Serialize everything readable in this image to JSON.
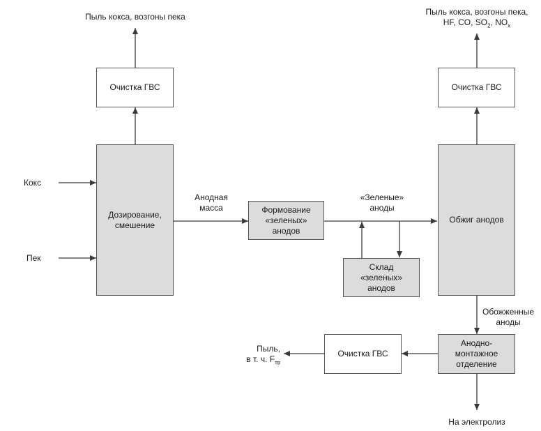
{
  "boxes": {
    "cleaning_1": "Очистка ГВС",
    "dosing_line1": "Дозирование,",
    "dosing_line2": "смешение",
    "forming_line1": "Формование",
    "forming_line2": "«зеленых»",
    "forming_line3": "анодов",
    "storage_line1": "Склад",
    "storage_line2": "«зеленых»",
    "storage_line3": "анодов",
    "baking": "Обжиг анодов",
    "cleaning_2": "Очистка ГВС",
    "assembly_line1": "Анодно-",
    "assembly_line2": "монтажное",
    "assembly_line3": "отделение",
    "cleaning_3": "Очистка ГВС"
  },
  "labels": {
    "emission_1": "Пыль кокса, возгоны пека",
    "emission_2_line1": "Пыль кокса, возгоны пека,",
    "emission_2_line2_a": "HF, CO, SO",
    "emission_2_line2_sub1": "2",
    "emission_2_line2_b": ", NO",
    "emission_2_line2_sub2": "x",
    "coke": "Кокс",
    "pitch": "Пек",
    "anode_mass_line1": "Анодная",
    "anode_mass_line2": "масса",
    "green_anodes_line1": "«Зеленые»",
    "green_anodes_line2": "аноды",
    "baked_anodes_line1": "Обожженные",
    "baked_anodes_line2": "аноды",
    "dust_line1": "Пыль,",
    "dust_line2_a": "в т. ч. F",
    "dust_line2_sub": "тв",
    "to_electrolysis": "На электролиз"
  },
  "colors": {
    "process_fill": "#dcdcdc",
    "line": "#3a3a3a"
  }
}
